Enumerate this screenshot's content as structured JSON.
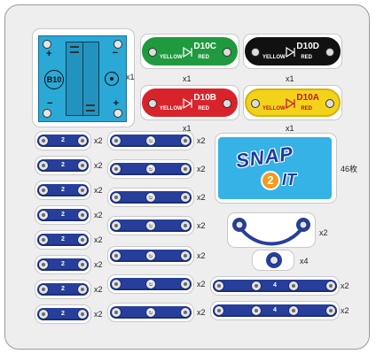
{
  "battery": {
    "label": "B10",
    "qty": "x1",
    "plus": "+",
    "minus": "−"
  },
  "leds": [
    {
      "code": "D10C",
      "c1": "YELLOW",
      "c2": "RED",
      "qty": "x1",
      "fill": "#1f9a3e",
      "text": "#ffffff"
    },
    {
      "code": "D10D",
      "c1": "YELLOW",
      "c2": "RED",
      "qty": "x1",
      "fill": "#111111",
      "text": "#ffffff"
    },
    {
      "code": "D10B",
      "c1": "YELLOW",
      "c2": "RED",
      "qty": "x1",
      "fill": "#d8232a",
      "text": "#ffffff"
    },
    {
      "code": "D10A",
      "c1": "YELLOW",
      "c2": "RED",
      "qty": "x1",
      "fill": "#f3d21a",
      "text": "#c4122b"
    }
  ],
  "wires2": {
    "label": "2",
    "qty": "x2"
  },
  "wires3": {
    "label": "3",
    "qty": "x2"
  },
  "wires4": {
    "label": "4",
    "qty": "x2"
  },
  "logo": {
    "line1": "SNAP",
    "line2": "2",
    "line3": "IT",
    "count": "46枚"
  },
  "jumper": {
    "qty": "x2"
  },
  "single": {
    "qty": "x4"
  },
  "colors": {
    "wire": "#273f9a",
    "battery": "#2aa8d6",
    "tray": "#eeeeee"
  }
}
